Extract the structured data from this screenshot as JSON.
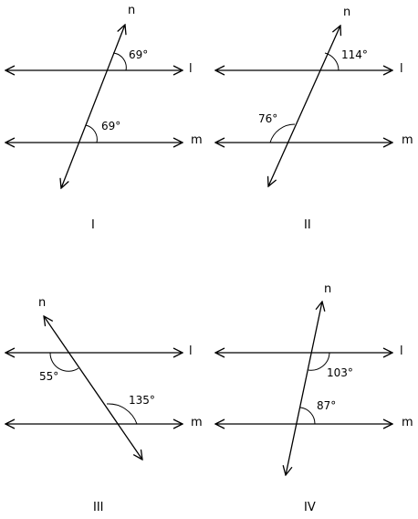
{
  "diagrams": [
    {
      "numeral": "I",
      "line1": "l",
      "line2": "m",
      "transversal": "n",
      "angle_top": "69°",
      "angle_bottom": "69°"
    },
    {
      "numeral": "II",
      "line1": "l",
      "line2": "m",
      "transversal": "n",
      "angle_top": "114°",
      "angle_bottom": "76°"
    },
    {
      "numeral": "III",
      "line1": "l",
      "line2": "m",
      "transversal": "n",
      "angle_top": "55°",
      "angle_bottom": "135°"
    },
    {
      "numeral": "IV",
      "line1": "l",
      "line2": "m",
      "transversal": "n",
      "angle_top": "103°",
      "angle_bottom": "87°"
    }
  ]
}
